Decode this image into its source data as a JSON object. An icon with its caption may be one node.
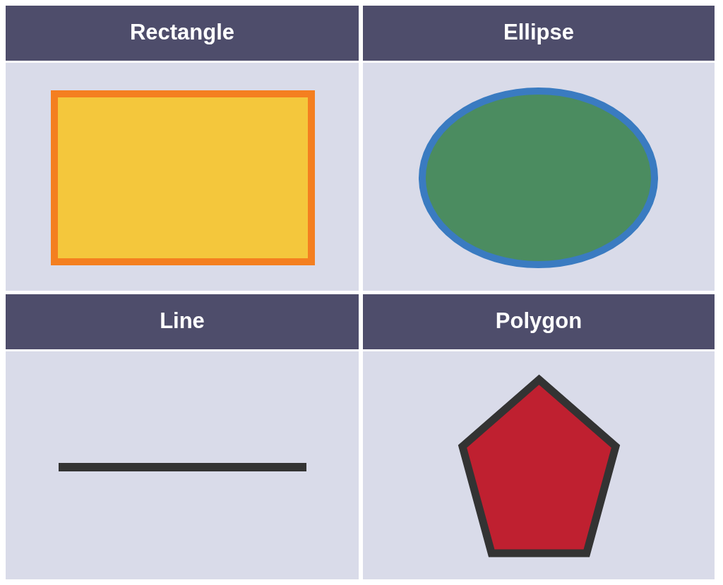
{
  "diagram": {
    "nodes": [
      {
        "text": [
          "Rectangle"
        ]
      },
      {
        "text": [],
        "shape": "rectangle",
        "in": 0
      },
      {
        "text": [
          "Ellipse"
        ]
      },
      {
        "text": [],
        "shape": "ellipse",
        "in": 2
      },
      {
        "text": [
          "Line"
        ]
      },
      {
        "text": [],
        "shape": "line",
        "in": 4
      },
      {
        "text": [
          "Polygon"
        ]
      },
      {
        "text": [],
        "shape": "pentagon",
        "in": 6
      }
    ]
  }
}
